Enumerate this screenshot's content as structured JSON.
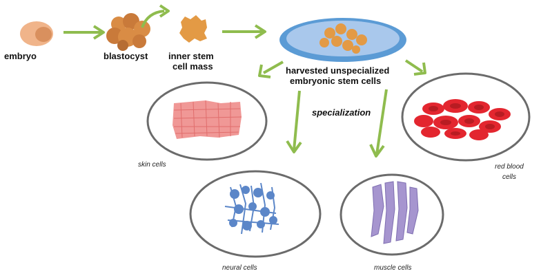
{
  "labels": {
    "embryo": "embryo",
    "blastocyst": "blastocyst",
    "inner_stem_line1": "inner stem",
    "inner_stem_line2": "cell mass",
    "harvested_line1": "harvested unspecialized",
    "harvested_line2": "embryonic stem cells",
    "specialization": "specialization",
    "skin": "skin cells",
    "red_blood_line1": "red blood",
    "red_blood_line2": "cells",
    "neural": "neural cells",
    "muscle": "muscle cells"
  },
  "colors": {
    "arrow": "#8fbc4e",
    "circle_stroke": "#6b6b6b",
    "dish_rim": "#5b9bd5",
    "dish_fill": "#a9c8ec",
    "embryo": "#f0b48a",
    "embryo_nucleus": "#d9905e",
    "blastocyst": "#d98c45",
    "stem": "#e39a45",
    "skin": "#f09896",
    "red_blood": "#e3262f",
    "neural": "#5b86c8",
    "muscle": "#a695cf"
  }
}
